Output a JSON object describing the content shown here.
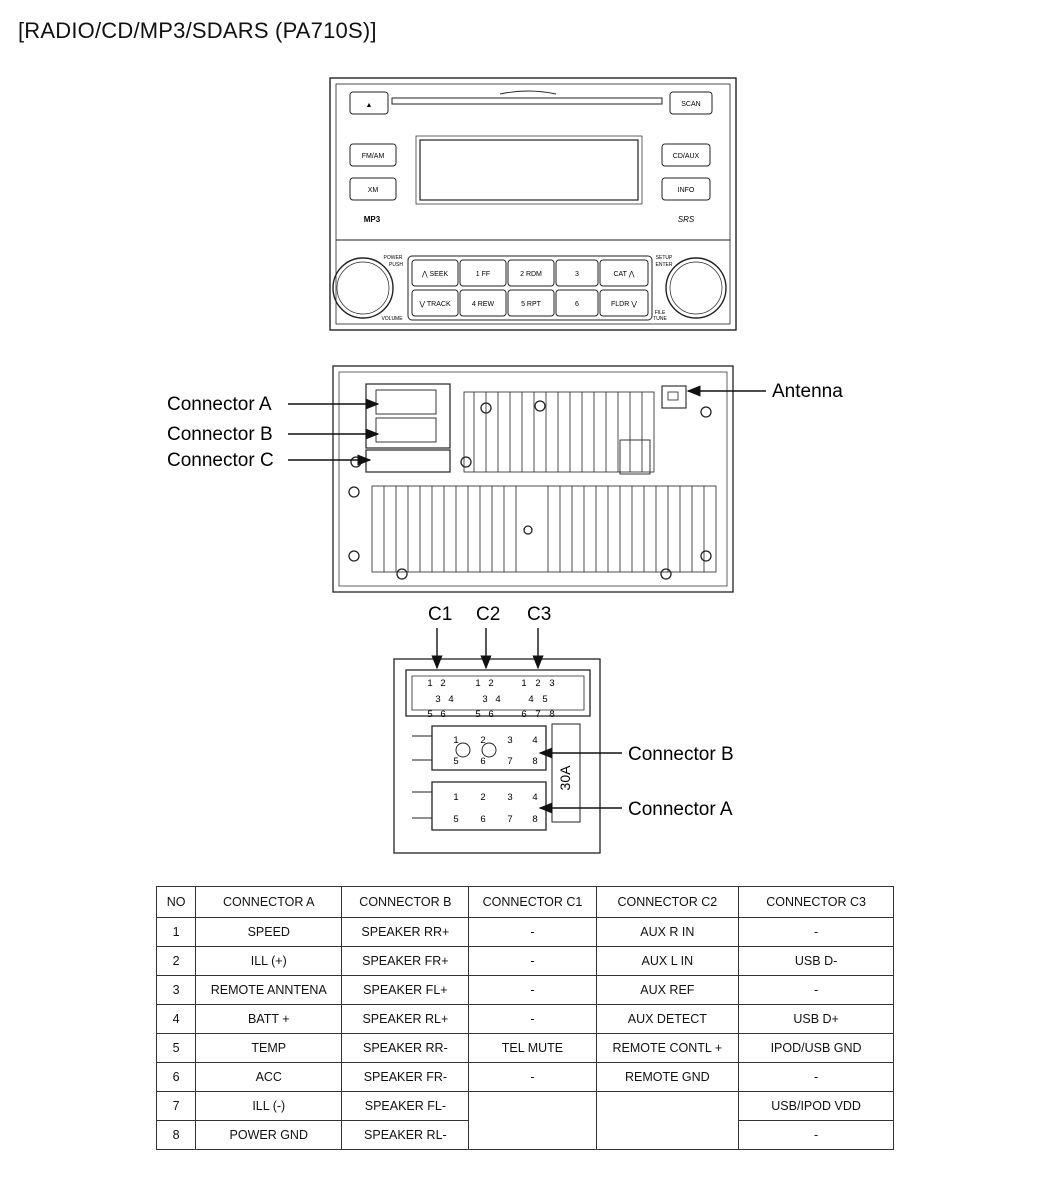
{
  "title": "[RADIO/CD/MP3/SDARS (PA710S)]",
  "front_panel": {
    "buttons": {
      "eject": "▲",
      "scan": "SCAN",
      "fm_am": "FM/AM",
      "xm": "XM",
      "cd_aux": "CD/AUX",
      "info": "INFO",
      "seek": "⋀ SEEK",
      "track": "⋁ TRACK",
      "p1": "1  FF",
      "p2": "2 RDM",
      "p3": "3",
      "p4": "4 REW",
      "p5": "5 RPT",
      "p6": "6",
      "cat": "CAT ⋀",
      "fldr": "FLDR ⋁"
    },
    "knob_labels": {
      "power": "POWER",
      "push": "PUSH",
      "volume": "VOLUME",
      "setup": "SETUP",
      "enter": "ENTER",
      "file": "FILE",
      "tune": "TUNE"
    },
    "logos": {
      "left": "MP3",
      "right": "SRS"
    }
  },
  "rear_view": {
    "labels": {
      "connector_a": "Connector A",
      "connector_b": "Connector B",
      "connector_c": "Connector C",
      "antenna": "Antenna"
    }
  },
  "connector_detail": {
    "labels": {
      "c1": "C1",
      "c2": "C2",
      "c3": "C3",
      "connector_b": "Connector B",
      "connector_a": "Connector A",
      "fuse": "30A"
    }
  },
  "pin_table": {
    "headers": [
      "NO",
      "CONNECTOR A",
      "CONNECTOR B",
      "CONNECTOR C1",
      "CONNECTOR C2",
      "CONNECTOR C3"
    ],
    "rows": [
      {
        "no": "1",
        "a": "SPEED",
        "b": "SPEAKER RR+",
        "c1": "-",
        "c2": "AUX R IN",
        "c3": "-"
      },
      {
        "no": "2",
        "a": "ILL (+)",
        "b": "SPEAKER FR+",
        "c1": "-",
        "c2": "AUX L IN",
        "c3": "USB D-"
      },
      {
        "no": "3",
        "a": "REMOTE ANNTENA",
        "b": "SPEAKER FL+",
        "c1": "-",
        "c2": "AUX REF",
        "c3": "-"
      },
      {
        "no": "4",
        "a": "BATT +",
        "b": "SPEAKER RL+",
        "c1": "-",
        "c2": "AUX DETECT",
        "c3": "USB D+"
      },
      {
        "no": "5",
        "a": "TEMP",
        "b": "SPEAKER RR-",
        "c1": "TEL MUTE",
        "c2": "REMOTE CONTL +",
        "c3": "IPOD/USB GND"
      },
      {
        "no": "6",
        "a": "ACC",
        "b": "SPEAKER FR-",
        "c1": "-",
        "c2": "REMOTE GND",
        "c3": "-"
      },
      {
        "no": "7",
        "a": "ILL (-)",
        "b": "SPEAKER FL-",
        "c3": "USB/IPOD VDD"
      },
      {
        "no": "8",
        "a": "POWER GND",
        "b": "SPEAKER RL-",
        "c3": "-"
      }
    ]
  }
}
